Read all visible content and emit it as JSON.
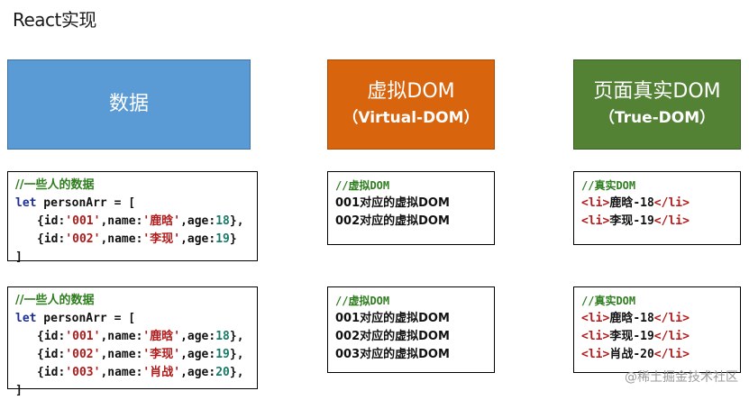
{
  "title": "React实现",
  "headers": {
    "data": {
      "main": "数据"
    },
    "virtual": {
      "main": "虚拟DOM",
      "sub": "（Virtual-DOM）"
    },
    "true_dom": {
      "main": "页面真实DOM",
      "sub": "（True-DOM）"
    }
  },
  "row1": {
    "data": {
      "comment": "//一些人的数据",
      "lines": [
        {
          "kw": "let",
          "rest": " personArr = ["
        },
        {
          "prefix": "{id:",
          "id": "'001'",
          "mid": ",name:",
          "name": "'鹿晗'",
          "agep": ",age:",
          "age": "18",
          "end": "},"
        },
        {
          "prefix": "{id:",
          "id": "'002'",
          "mid": ",name:",
          "name": "'李现'",
          "agep": ",age:",
          "age": "19",
          "end": "}"
        }
      ],
      "close": "]"
    },
    "virtual": {
      "comment": "//虚拟DOM",
      "items": [
        "001对应的虚拟DOM",
        "002对应的虚拟DOM"
      ]
    },
    "true_dom": {
      "comment": "//真实DOM",
      "items": [
        {
          "open": "<li>",
          "text": "鹿晗-18",
          "close": "</li>"
        },
        {
          "open": "<li>",
          "text": "李现-19",
          "close": "</li>"
        }
      ]
    }
  },
  "row2": {
    "data": {
      "comment": "//一些人的数据",
      "lines": [
        {
          "kw": "let",
          "rest": " personArr = ["
        },
        {
          "prefix": "{id:",
          "id": "'001'",
          "mid": ",name:",
          "name": "'鹿晗'",
          "agep": ",age:",
          "age": "18",
          "end": "},"
        },
        {
          "prefix": "{id:",
          "id": "'002'",
          "mid": ",name:",
          "name": "'李现'",
          "agep": ",age:",
          "age": "19",
          "end": "},"
        },
        {
          "prefix": "{id:",
          "id": "'003'",
          "mid": ",name:",
          "name": "'肖战'",
          "agep": ",age:",
          "age": "20",
          "end": "},"
        }
      ],
      "close": "]"
    },
    "virtual": {
      "comment": "//虚拟DOM",
      "items": [
        "001对应的虚拟DOM",
        "002对应的虚拟DOM",
        "003对应的虚拟DOM"
      ]
    },
    "true_dom": {
      "comment": "//真实DOM",
      "items": [
        {
          "open": "<li>",
          "text": "鹿晗-18",
          "close": "</li>"
        },
        {
          "open": "<li>",
          "text": "李现-19",
          "close": "</li>"
        },
        {
          "open": "<li>",
          "text": "肖战-20",
          "close": "</li>"
        }
      ]
    }
  },
  "watermark": "@稀土掘金技术社区"
}
